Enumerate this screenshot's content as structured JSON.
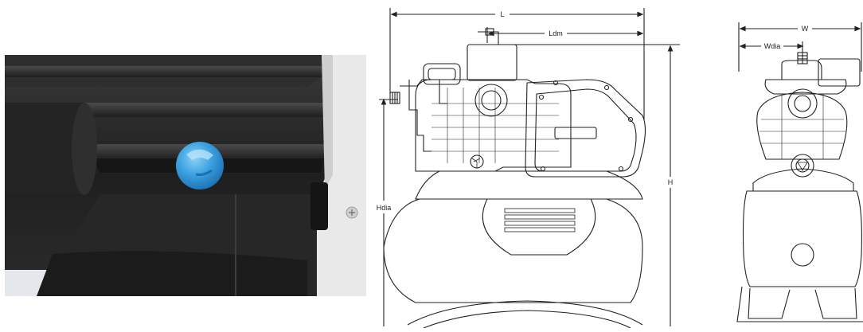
{
  "photo": {
    "knob_color": "#3aa2e0",
    "housing_color": "#2b2b2b",
    "panel_color": "#e9e9e9"
  },
  "side_view": {
    "labels": {
      "L": "L",
      "Ldm": "Ldm",
      "H": "H",
      "Hdia": "Hdia"
    }
  },
  "front_view": {
    "labels": {
      "W": "W",
      "Wdia": "Wdia"
    }
  }
}
